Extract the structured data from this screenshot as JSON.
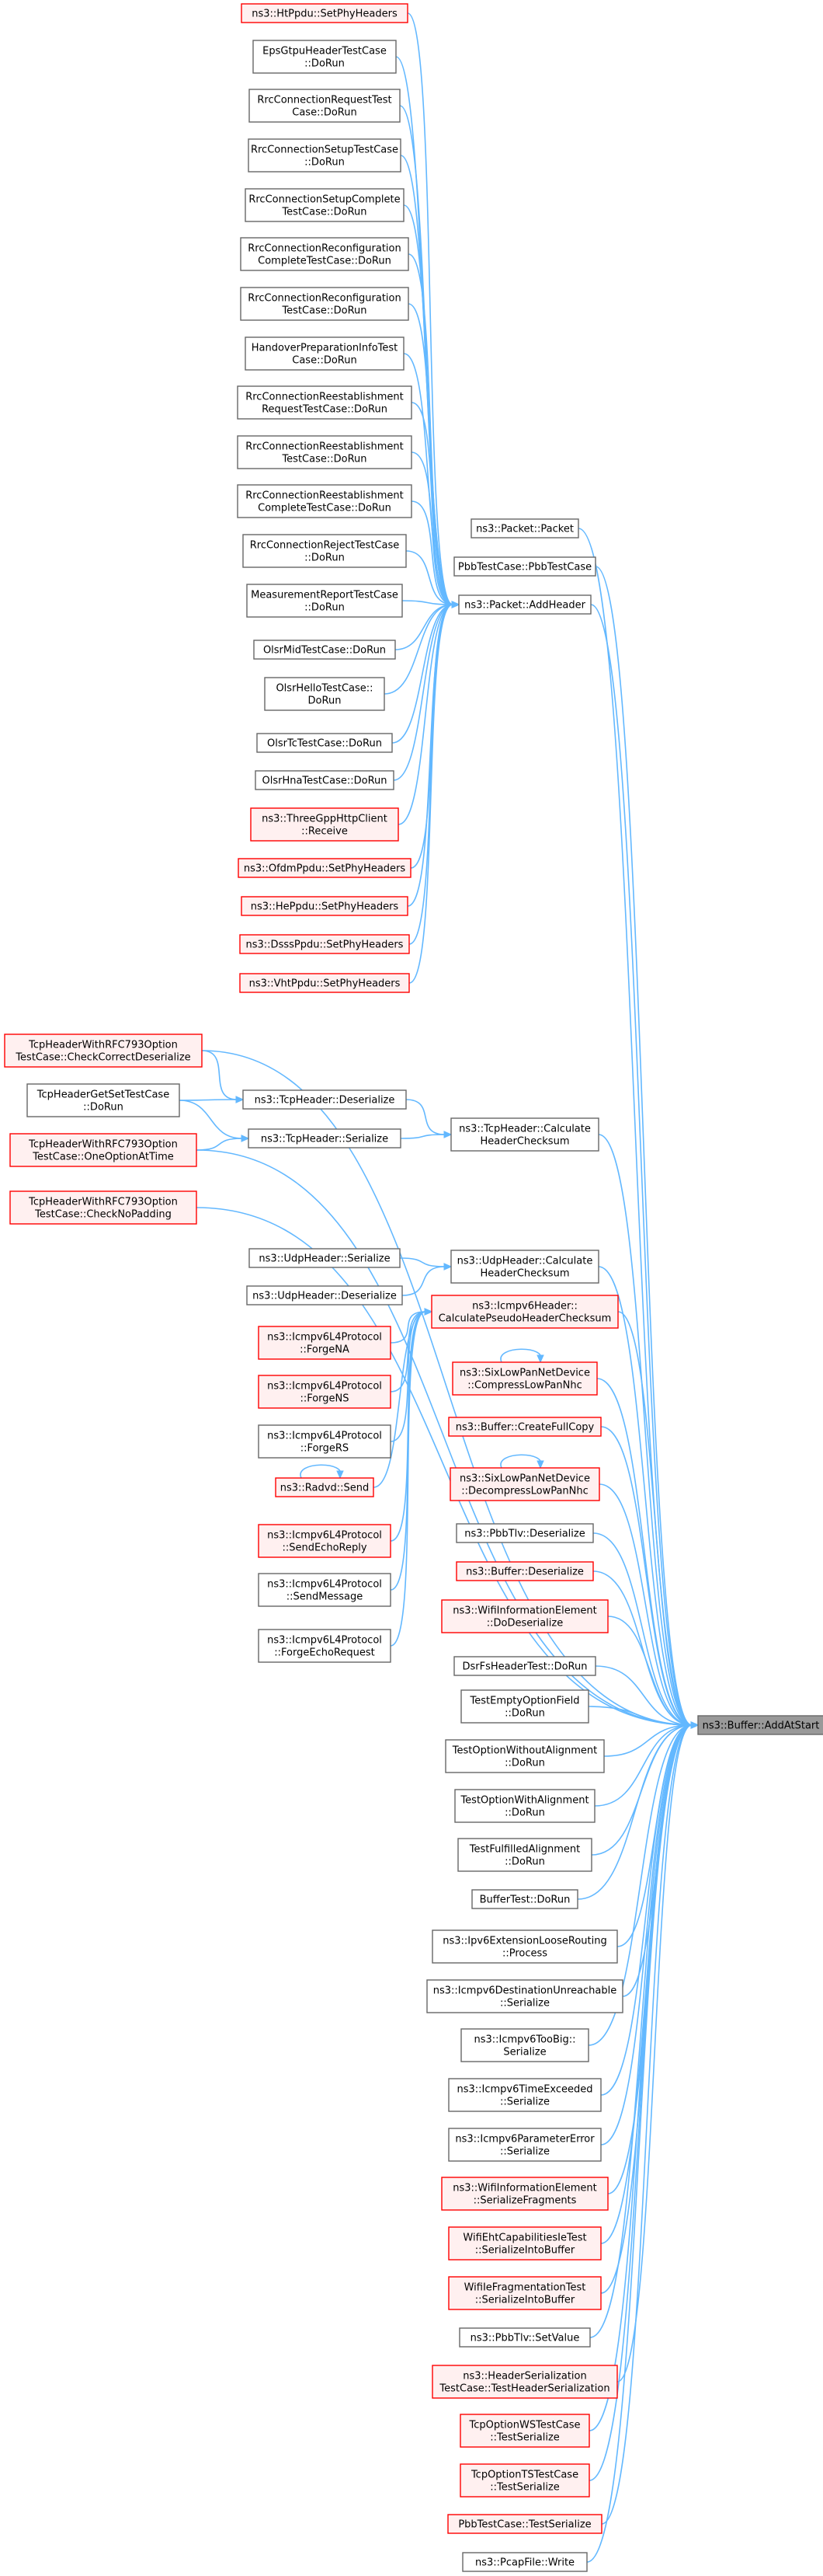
{
  "graph": {
    "target": "ns3::Buffer::AddAtStart",
    "colors": {
      "edge": "#63b8ff",
      "normal_fill": "#ffffff",
      "normal_border": "#666666",
      "warn_fill": "#fff0f0",
      "warn_border": "#ff0000",
      "target_fill": "#999999",
      "target_border": "#666666"
    },
    "nodes": [
      {
        "id": "n01",
        "lines": [
          "ns3::HtPpdu::SetPhyHeaders"
        ],
        "style": "warn"
      },
      {
        "id": "n02",
        "lines": [
          "EpsGtpuHeaderTestCase",
          "::DoRun"
        ],
        "style": "normal"
      },
      {
        "id": "n03",
        "lines": [
          "RrcConnectionRequestTest",
          "Case::DoRun"
        ],
        "style": "normal"
      },
      {
        "id": "n04",
        "lines": [
          "RrcConnectionSetupTestCase",
          "::DoRun"
        ],
        "style": "normal"
      },
      {
        "id": "n05",
        "lines": [
          "RrcConnectionSetupComplete",
          "TestCase::DoRun"
        ],
        "style": "normal"
      },
      {
        "id": "n06",
        "lines": [
          "RrcConnectionReconfiguration",
          "CompleteTestCase::DoRun"
        ],
        "style": "normal"
      },
      {
        "id": "n07",
        "lines": [
          "RrcConnectionReconfiguration",
          "TestCase::DoRun"
        ],
        "style": "normal"
      },
      {
        "id": "n08",
        "lines": [
          "HandoverPreparationInfoTest",
          "Case::DoRun"
        ],
        "style": "normal"
      },
      {
        "id": "n09",
        "lines": [
          "RrcConnectionReestablishment",
          "RequestTestCase::DoRun"
        ],
        "style": "normal"
      },
      {
        "id": "n10",
        "lines": [
          "RrcConnectionReestablishment",
          "TestCase::DoRun"
        ],
        "style": "normal"
      },
      {
        "id": "n11",
        "lines": [
          "RrcConnectionReestablishment",
          "CompleteTestCase::DoRun"
        ],
        "style": "normal"
      },
      {
        "id": "n12",
        "lines": [
          "RrcConnectionRejectTestCase",
          "::DoRun"
        ],
        "style": "normal"
      },
      {
        "id": "n13",
        "lines": [
          "MeasurementReportTestCase",
          "::DoRun"
        ],
        "style": "normal"
      },
      {
        "id": "n14",
        "lines": [
          "OlsrMidTestCase::DoRun"
        ],
        "style": "normal"
      },
      {
        "id": "n15",
        "lines": [
          "OlsrHelloTestCase::",
          "DoRun"
        ],
        "style": "normal"
      },
      {
        "id": "n16",
        "lines": [
          "OlsrTcTestCase::DoRun"
        ],
        "style": "normal"
      },
      {
        "id": "n17",
        "lines": [
          "OlsrHnaTestCase::DoRun"
        ],
        "style": "normal"
      },
      {
        "id": "n18",
        "lines": [
          "ns3::ThreeGppHttpClient",
          "::Receive"
        ],
        "style": "warn"
      },
      {
        "id": "n19",
        "lines": [
          "ns3::OfdmPpdu::SetPhyHeaders"
        ],
        "style": "warn"
      },
      {
        "id": "n20",
        "lines": [
          "ns3::HePpdu::SetPhyHeaders"
        ],
        "style": "warn"
      },
      {
        "id": "n21",
        "lines": [
          "ns3::DsssPpdu::SetPhyHeaders"
        ],
        "style": "warn"
      },
      {
        "id": "n22",
        "lines": [
          "ns3::VhtPpdu::SetPhyHeaders"
        ],
        "style": "warn"
      },
      {
        "id": "n23",
        "lines": [
          "ns3::Packet::Packet"
        ],
        "style": "normal"
      },
      {
        "id": "n24",
        "lines": [
          "PbbTestCase::PbbTestCase"
        ],
        "style": "normal"
      },
      {
        "id": "n25",
        "lines": [
          "ns3::Packet::AddHeader"
        ],
        "style": "normal"
      },
      {
        "id": "n26",
        "lines": [
          "TcpHeaderWithRFC793Option",
          "TestCase::CheckCorrectDeserialize"
        ],
        "style": "warn"
      },
      {
        "id": "n27",
        "lines": [
          "TcpHeaderGetSetTestCase",
          "::DoRun"
        ],
        "style": "normal"
      },
      {
        "id": "n28",
        "lines": [
          "TcpHeaderWithRFC793Option",
          "TestCase::OneOptionAtTime"
        ],
        "style": "warn"
      },
      {
        "id": "n29",
        "lines": [
          "TcpHeaderWithRFC793Option",
          "TestCase::CheckNoPadding"
        ],
        "style": "warn"
      },
      {
        "id": "n30",
        "lines": [
          "ns3::TcpHeader::Deserialize"
        ],
        "style": "normal"
      },
      {
        "id": "n31",
        "lines": [
          "ns3::TcpHeader::Serialize"
        ],
        "style": "normal"
      },
      {
        "id": "n32",
        "lines": [
          "ns3::TcpHeader::Calculate",
          "HeaderChecksum"
        ],
        "style": "normal"
      },
      {
        "id": "n33",
        "lines": [
          "ns3::UdpHeader::Serialize"
        ],
        "style": "normal"
      },
      {
        "id": "n34",
        "lines": [
          "ns3::UdpHeader::Deserialize"
        ],
        "style": "normal"
      },
      {
        "id": "n35",
        "lines": [
          "ns3::UdpHeader::Calculate",
          "HeaderChecksum"
        ],
        "style": "normal"
      },
      {
        "id": "n36",
        "lines": [
          "ns3::Icmpv6L4Protocol",
          "::ForgeNA"
        ],
        "style": "warn"
      },
      {
        "id": "n37",
        "lines": [
          "ns3::Icmpv6L4Protocol",
          "::ForgeNS"
        ],
        "style": "warn"
      },
      {
        "id": "n38",
        "lines": [
          "ns3::Icmpv6L4Protocol",
          "::ForgeRS"
        ],
        "style": "normal"
      },
      {
        "id": "n39",
        "lines": [
          "ns3::Radvd::Send"
        ],
        "style": "warn"
      },
      {
        "id": "n40",
        "lines": [
          "ns3::Icmpv6L4Protocol",
          "::SendEchoReply"
        ],
        "style": "warn"
      },
      {
        "id": "n41",
        "lines": [
          "ns3::Icmpv6L4Protocol",
          "::SendMessage"
        ],
        "style": "normal"
      },
      {
        "id": "n42",
        "lines": [
          "ns3::Icmpv6L4Protocol",
          "::ForgeEchoRequest"
        ],
        "style": "normal"
      },
      {
        "id": "n43",
        "lines": [
          "ns3::Icmpv6Header::",
          "CalculatePseudoHeaderChecksum"
        ],
        "style": "warn"
      },
      {
        "id": "n44",
        "lines": [
          "ns3::SixLowPanNetDevice",
          "::CompressLowPanNhc"
        ],
        "style": "warn"
      },
      {
        "id": "n45",
        "lines": [
          "ns3::Buffer::CreateFullCopy"
        ],
        "style": "warn"
      },
      {
        "id": "n46",
        "lines": [
          "ns3::SixLowPanNetDevice",
          "::DecompressLowPanNhc"
        ],
        "style": "warn"
      },
      {
        "id": "n47",
        "lines": [
          "ns3::PbbTlv::Deserialize"
        ],
        "style": "normal"
      },
      {
        "id": "n48",
        "lines": [
          "ns3::Buffer::Deserialize"
        ],
        "style": "warn"
      },
      {
        "id": "n49",
        "lines": [
          "ns3::WifiInformationElement",
          "::DoDeserialize"
        ],
        "style": "warn"
      },
      {
        "id": "n50",
        "lines": [
          "DsrFsHeaderTest::DoRun"
        ],
        "style": "normal"
      },
      {
        "id": "n51",
        "lines": [
          "TestEmptyOptionField",
          "::DoRun"
        ],
        "style": "normal"
      },
      {
        "id": "n52",
        "lines": [
          "TestOptionWithoutAlignment",
          "::DoRun"
        ],
        "style": "normal"
      },
      {
        "id": "n53",
        "lines": [
          "TestOptionWithAlignment",
          "::DoRun"
        ],
        "style": "normal"
      },
      {
        "id": "n54",
        "lines": [
          "TestFulfilledAlignment",
          "::DoRun"
        ],
        "style": "normal"
      },
      {
        "id": "n55",
        "lines": [
          "BufferTest::DoRun"
        ],
        "style": "normal"
      },
      {
        "id": "n56",
        "lines": [
          "ns3::Ipv6ExtensionLooseRouting",
          "::Process"
        ],
        "style": "normal"
      },
      {
        "id": "n57",
        "lines": [
          "ns3::Icmpv6DestinationUnreachable",
          "::Serialize"
        ],
        "style": "normal"
      },
      {
        "id": "n58",
        "lines": [
          "ns3::Icmpv6TooBig::",
          "Serialize"
        ],
        "style": "normal"
      },
      {
        "id": "n59",
        "lines": [
          "ns3::Icmpv6TimeExceeded",
          "::Serialize"
        ],
        "style": "normal"
      },
      {
        "id": "n60",
        "lines": [
          "ns3::Icmpv6ParameterError",
          "::Serialize"
        ],
        "style": "normal"
      },
      {
        "id": "n61",
        "lines": [
          "ns3::WifiInformationElement",
          "::SerializeFragments"
        ],
        "style": "warn"
      },
      {
        "id": "n62",
        "lines": [
          "WifiEhtCapabilitiesIeTest",
          "::SerializeIntoBuffer"
        ],
        "style": "warn"
      },
      {
        "id": "n63",
        "lines": [
          "WifiIeFragmentationTest",
          "::SerializeIntoBuffer"
        ],
        "style": "warn"
      },
      {
        "id": "n64",
        "lines": [
          "ns3::PbbTlv::SetValue"
        ],
        "style": "normal"
      },
      {
        "id": "n65",
        "lines": [
          "ns3::HeaderSerialization",
          "TestCase::TestHeaderSerialization"
        ],
        "style": "warn"
      },
      {
        "id": "n66",
        "lines": [
          "TcpOptionWSTestCase",
          "::TestSerialize"
        ],
        "style": "warn"
      },
      {
        "id": "n67",
        "lines": [
          "TcpOptionTSTestCase",
          "::TestSerialize"
        ],
        "style": "warn"
      },
      {
        "id": "n68",
        "lines": [
          "PbbTestCase::TestSerialize"
        ],
        "style": "warn"
      },
      {
        "id": "n69",
        "lines": [
          "ns3::PcapFile::Write"
        ],
        "style": "normal"
      },
      {
        "id": "n70",
        "lines": [
          "ns3::Buffer::AddAtStart"
        ],
        "style": "target"
      }
    ],
    "edges": [
      [
        "n01",
        "n25"
      ],
      [
        "n02",
        "n25"
      ],
      [
        "n03",
        "n25"
      ],
      [
        "n04",
        "n25"
      ],
      [
        "n05",
        "n25"
      ],
      [
        "n06",
        "n25"
      ],
      [
        "n07",
        "n25"
      ],
      [
        "n08",
        "n25"
      ],
      [
        "n09",
        "n25"
      ],
      [
        "n10",
        "n25"
      ],
      [
        "n11",
        "n25"
      ],
      [
        "n12",
        "n25"
      ],
      [
        "n13",
        "n25"
      ],
      [
        "n14",
        "n25"
      ],
      [
        "n15",
        "n25"
      ],
      [
        "n16",
        "n25"
      ],
      [
        "n17",
        "n25"
      ],
      [
        "n18",
        "n25"
      ],
      [
        "n19",
        "n25"
      ],
      [
        "n20",
        "n25"
      ],
      [
        "n21",
        "n25"
      ],
      [
        "n22",
        "n25"
      ],
      [
        "n23",
        "n70"
      ],
      [
        "n24",
        "n70"
      ],
      [
        "n25",
        "n70"
      ],
      [
        "n26",
        "n30"
      ],
      [
        "n26",
        "n70"
      ],
      [
        "n27",
        "n30"
      ],
      [
        "n27",
        "n31"
      ],
      [
        "n28",
        "n31"
      ],
      [
        "n28",
        "n70"
      ],
      [
        "n29",
        "n70"
      ],
      [
        "n30",
        "n32"
      ],
      [
        "n31",
        "n32"
      ],
      [
        "n32",
        "n70"
      ],
      [
        "n33",
        "n35"
      ],
      [
        "n34",
        "n35"
      ],
      [
        "n35",
        "n70"
      ],
      [
        "n36",
        "n43"
      ],
      [
        "n37",
        "n43"
      ],
      [
        "n38",
        "n43"
      ],
      [
        "n39",
        "n43"
      ],
      [
        "n39",
        "n39"
      ],
      [
        "n40",
        "n43"
      ],
      [
        "n41",
        "n43"
      ],
      [
        "n42",
        "n43"
      ],
      [
        "n43",
        "n70"
      ],
      [
        "n44",
        "n44"
      ],
      [
        "n44",
        "n70"
      ],
      [
        "n45",
        "n70"
      ],
      [
        "n46",
        "n46"
      ],
      [
        "n46",
        "n70"
      ],
      [
        "n47",
        "n70"
      ],
      [
        "n48",
        "n70"
      ],
      [
        "n49",
        "n70"
      ],
      [
        "n50",
        "n70"
      ],
      [
        "n51",
        "n70"
      ],
      [
        "n52",
        "n70"
      ],
      [
        "n53",
        "n70"
      ],
      [
        "n54",
        "n70"
      ],
      [
        "n55",
        "n70"
      ],
      [
        "n56",
        "n70"
      ],
      [
        "n57",
        "n70"
      ],
      [
        "n58",
        "n70"
      ],
      [
        "n59",
        "n70"
      ],
      [
        "n60",
        "n70"
      ],
      [
        "n61",
        "n70"
      ],
      [
        "n62",
        "n70"
      ],
      [
        "n63",
        "n70"
      ],
      [
        "n64",
        "n70"
      ],
      [
        "n65",
        "n70"
      ],
      [
        "n66",
        "n70"
      ],
      [
        "n67",
        "n70"
      ],
      [
        "n68",
        "n70"
      ],
      [
        "n69",
        "n70"
      ]
    ]
  }
}
